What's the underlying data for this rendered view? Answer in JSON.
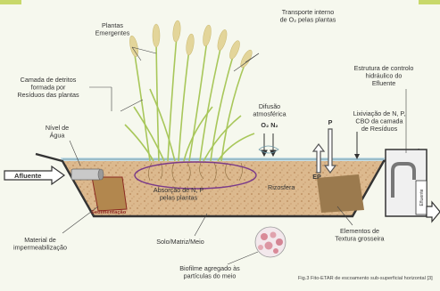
{
  "labels": {
    "plantas": "Plantas Emergentes",
    "transporte": "Transporte interno de O₂ pelas plantas",
    "detritos": "Camada de detritos formada por Resíduos das plantas",
    "estrutura": "Estrutura de controlo hidráulico do Efluente",
    "nivel": "Nível de Água",
    "difusao": "Difusão atmosférica",
    "gases": "O₂ N₂",
    "p": "P",
    "ep": "EP",
    "lixiviacao": "Lixiviação de N, P, CBO da camada de Resíduos",
    "afluente": "Afluente",
    "efluente": "Efluente",
    "sedimentacao": "Sedimentação",
    "absorcao": "Absorção de N, P pelas plantas",
    "rizosfera": "Rizosfera",
    "material": "Material de impermeabilização",
    "solo": "Solo/Matriz/Meio",
    "elementos": "Elementos de Textura grosseira",
    "biofilme": "Biofilme agregado às partículas do meio",
    "caption": "Fig.3 Fito-ETAR de escoamento sub-superficial horizontal [3]"
  },
  "colors": {
    "soil": "#d8b48a",
    "water": "#c7dfe8",
    "plant": "#a8c75a",
    "seed": "#e3d59a",
    "border": "#333333",
    "rhizo": "#7a3b8a",
    "corner": "#c8d86a"
  }
}
